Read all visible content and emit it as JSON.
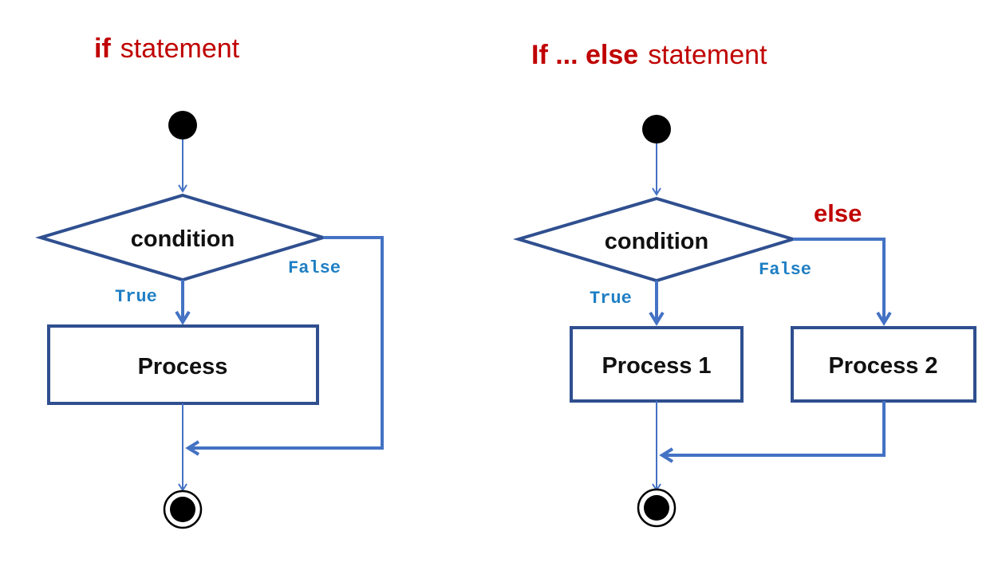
{
  "diagrams": [
    {
      "id": "if",
      "title_keyword": "if",
      "title_rest": "statement",
      "condition_label": "condition",
      "true_label": "True",
      "false_label": "False",
      "process_labels": [
        "Process"
      ]
    },
    {
      "id": "if-else",
      "title_keyword": "If ... else",
      "title_rest": "statement",
      "condition_label": "condition",
      "true_label": "True",
      "false_label": "False",
      "else_label": "else",
      "process_labels": [
        "Process 1",
        "Process 2"
      ]
    }
  ],
  "colors": {
    "heading": "#c00000",
    "shape_stroke": "#2f4f8f",
    "flow_line": "#4472c4",
    "edge_label": "#1f7fc4",
    "node_text": "#111111"
  }
}
